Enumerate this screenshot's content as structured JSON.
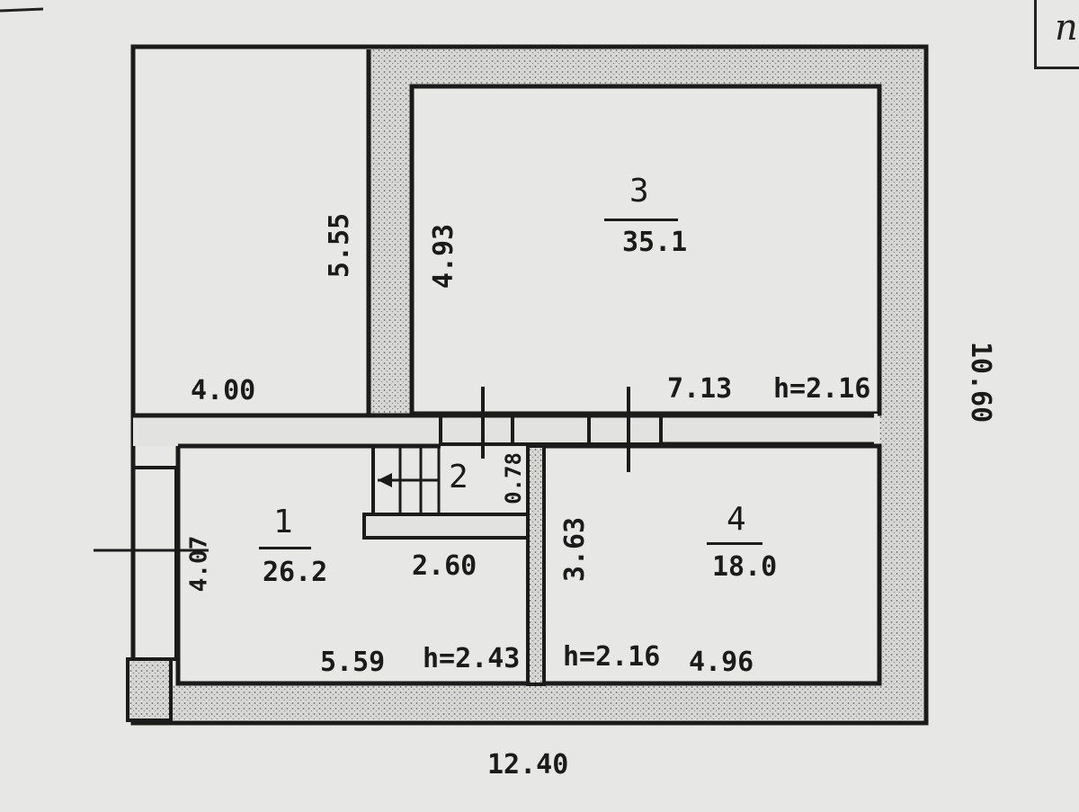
{
  "rooms": [
    {
      "number": "1",
      "area": "26.2"
    },
    {
      "number": "2"
    },
    {
      "number": "3",
      "area": "35.1"
    },
    {
      "number": "4",
      "area": "18.0"
    }
  ],
  "dimensions": {
    "overall_width": "12.40",
    "overall_height": "10.60",
    "left_top_width": "4.00",
    "left_top_height": "5.55",
    "room3_height": "4.93",
    "room3_width": "7.13",
    "room1_height": "4.07",
    "room1_width": "5.59",
    "stair_width": "2.60",
    "stair_height": "0.78",
    "room4_height": "3.63",
    "room4_width": "4.96"
  },
  "heights": {
    "upper": "h=2.16",
    "room1": "h=2.43",
    "room4": "h=2.16"
  },
  "corner_mark": "п"
}
